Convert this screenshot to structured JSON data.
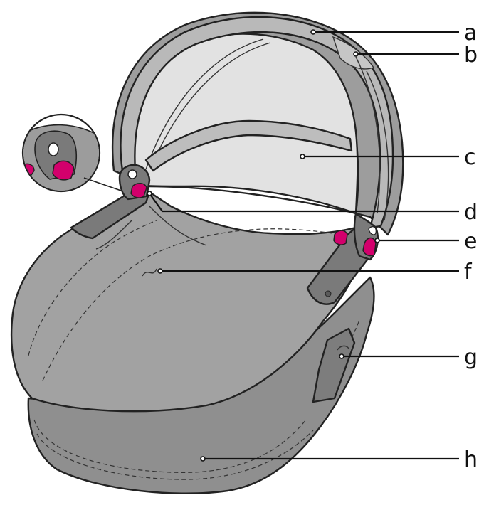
{
  "callouts": [
    {
      "id": "a",
      "label": "a"
    },
    {
      "id": "b",
      "label": "b"
    },
    {
      "id": "c",
      "label": "c"
    },
    {
      "id": "d",
      "label": "d"
    },
    {
      "id": "e",
      "label": "e"
    },
    {
      "id": "f",
      "label": "f"
    },
    {
      "id": "g",
      "label": "g"
    },
    {
      "id": "h",
      "label": "h"
    }
  ],
  "colors": {
    "fabric": "#9c9c9c",
    "fabric_light": "#b4b4b4",
    "canopy_inner": "#e2e2e2",
    "frame_dark": "#6e6e6e",
    "accent_magenta": "#d3006c",
    "outline": "#222222"
  }
}
